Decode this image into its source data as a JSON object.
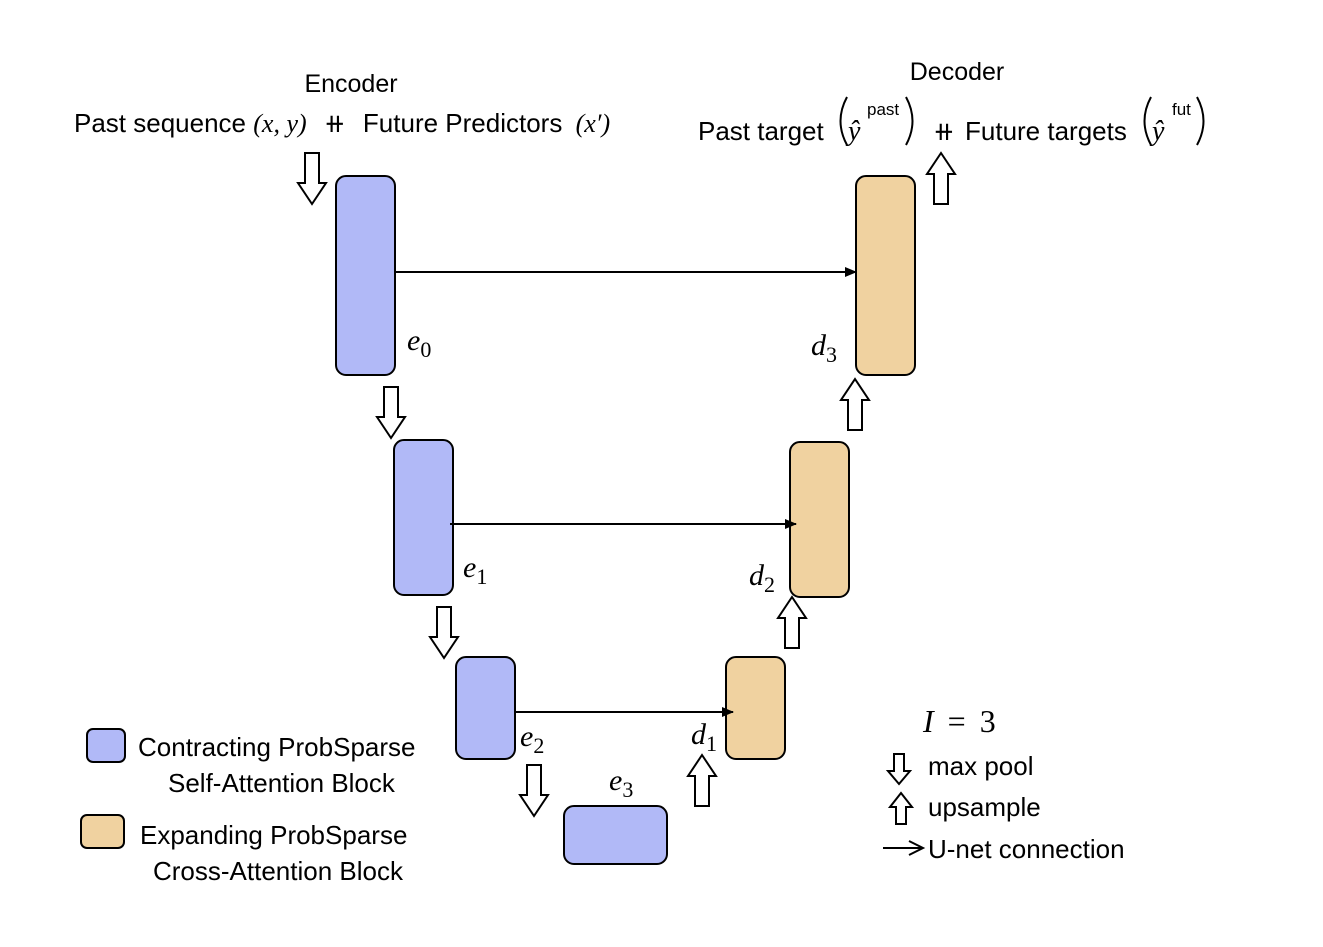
{
  "colors": {
    "encoder_block": "#b1b9f7",
    "decoder_block": "#f0d2a0",
    "stroke": "#000000"
  },
  "encoder": {
    "title": "Encoder",
    "input_past": "Past sequence",
    "input_past_vars": "(x, y)",
    "concat_symbol": "⧺",
    "input_future": "Future Predictors",
    "input_future_vars": "(x′)"
  },
  "decoder": {
    "title": "Decoder",
    "past_target": "Past target",
    "past_sup": "past",
    "concat_symbol": "⧺",
    "future_targets": "Future targets",
    "future_sup": "fut",
    "y_hat": "ŷ"
  },
  "blocks": {
    "e0": {
      "letter": "e",
      "index": "0"
    },
    "e1": {
      "letter": "e",
      "index": "1"
    },
    "e2": {
      "letter": "e",
      "index": "2"
    },
    "e3": {
      "letter": "e",
      "index": "3"
    },
    "d1": {
      "letter": "d",
      "index": "1"
    },
    "d2": {
      "letter": "d",
      "index": "2"
    },
    "d3": {
      "letter": "d",
      "index": "3"
    }
  },
  "legend": {
    "contracting_line1": "Contracting ProbSparse",
    "contracting_line2": "Self-Attention Block",
    "expanding_line1": "Expanding ProbSparse",
    "expanding_line2": "Cross-Attention Block",
    "levels_var": "I",
    "levels_eq": "=",
    "levels_value": "3",
    "max_pool": "max pool",
    "upsample": "upsample",
    "unet": "U-net connection"
  }
}
